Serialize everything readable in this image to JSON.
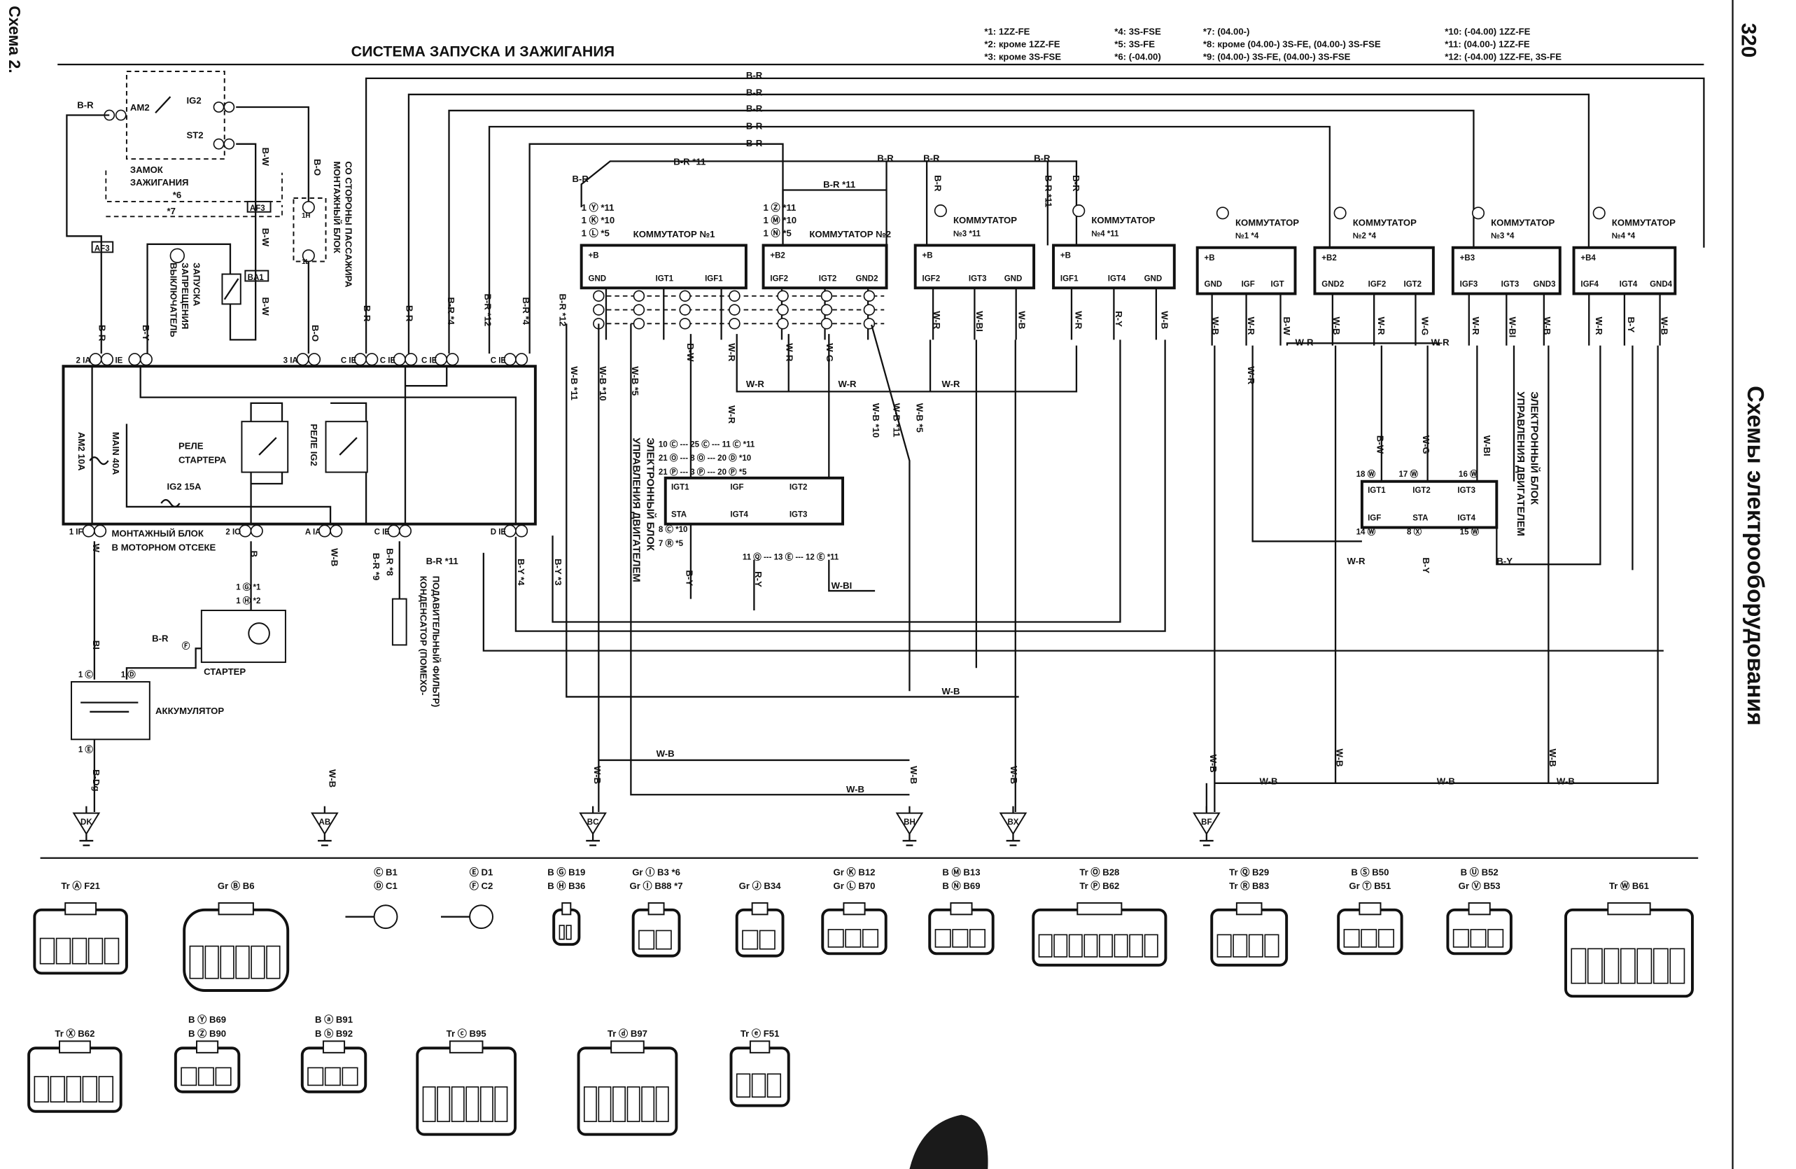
{
  "header": {
    "title": "СИСТЕМА ЗАПУСКА И ЗАЖИГАНИЯ",
    "scheme_label": "Схема 2.",
    "page_number": "320",
    "side_title": "Схемы электрооборудования"
  },
  "notes": [
    "*1: 1ZZ-FE",
    "*2: кроме 1ZZ-FE",
    "*3: кроме 3S-FSE",
    "*4: 3S-FSE",
    "*5: 3S-FE",
    "*6: (-04.00)",
    "*7: (04.00-)",
    "*8: кроме (04.00-) 3S-FE, (04.00-) 3S-FSE",
    "*9: (04.00-) 3S-FE, (04.00-) 3S-FSE",
    "*10: (-04.00) 1ZZ-FE",
    "*11: (04.00-) 1ZZ-FE",
    "*12: (-04.00) 1ZZ-FE, 3S-FE"
  ],
  "components": {
    "ignition_switch": [
      "ЗАМОК",
      "ЗАЖИГАНИЯ"
    ],
    "ignition_switch_notes": [
      "*6",
      "*7"
    ],
    "ignition_switch_pins": [
      "AM2",
      "IG2",
      "ST2"
    ],
    "passenger_block": [
      "МОНТАЖНЫЙ БЛОК",
      "СО СТОРОНЫ ПАССАЖИРА"
    ],
    "inhibitor_switch": [
      "ВЫКЛЮЧАТЕЛЬ",
      "ЗАПРЕЩЕНИЯ",
      "ЗАПУСКА"
    ],
    "engine_block": [
      "МОНТАЖНЫЙ БЛОК",
      "В МОТОРНОМ ОТСЕКЕ"
    ],
    "starter_relay": [
      "РЕЛЕ",
      "СТАРТЕРА"
    ],
    "ig2_relay": "РЕЛЕ IG2",
    "fuses": [
      "AM2 10A",
      "MAIN 40A",
      "IG2 15A"
    ],
    "starter": "СТАРТЕР",
    "battery": "АККУМУЛЯТОР",
    "condenser": [
      "КОНДЕНСАТОР (ПОМЕХО-",
      "ПОДАВИТЕЛЬНЫЙ ФИЛЬТР)"
    ],
    "ecu": [
      "ЭЛЕКТРОННЫЙ БЛОК",
      "УПРАВЛЕНИЯ ДВИГАТЕЛЕМ"
    ],
    "block_connectors_top": [
      "2 IA",
      "IE",
      "3 IA",
      "C IE",
      "C IE",
      "C IE",
      "C IE"
    ],
    "block_connectors_bottom": [
      "1 IF",
      "2 IO",
      "A IA",
      "C IE",
      "D IE"
    ],
    "switch_connectors": [
      "AF3",
      "AF3",
      "BA1",
      "1H",
      "1L"
    ]
  },
  "igniters": [
    {
      "label": "КОММУТАТОР №1",
      "note": "",
      "top": "+B",
      "pins": [
        "GND",
        "IGT1",
        "IGF1"
      ]
    },
    {
      "label": "КОММУТАТОР №2",
      "note": "",
      "top": "+B2",
      "pins": [
        "IGF2",
        "IGT2",
        "GND2"
      ]
    },
    {
      "label": "КОММУТАТОР",
      "note": "№3 *11",
      "top": "+B",
      "pins": [
        "IGF2",
        "IGT3",
        "GND"
      ]
    },
    {
      "label": "КОММУТАТОР",
      "note": "№4 *11",
      "top": "+B",
      "pins": [
        "IGF1",
        "IGT4",
        "GND"
      ]
    },
    {
      "label": "КОММУТАТОР",
      "note": "№1 *4",
      "top": "+B",
      "pins": [
        "GND",
        "IGF",
        "IGT"
      ]
    },
    {
      "label": "КОММУТАТОР",
      "note": "№2 *4",
      "top": "+B2",
      "pins": [
        "GND2",
        "IGF2",
        "IGT2"
      ]
    },
    {
      "label": "КОММУТАТОР",
      "note": "№3 *4",
      "top": "+B3",
      "pins": [
        "IGF3",
        "IGT3",
        "GND3"
      ]
    },
    {
      "label": "КОММУТАТОР",
      "note": "№4 *4",
      "top": "+B4",
      "pins": [
        "IGF4",
        "IGT4",
        "GND4"
      ]
    }
  ],
  "igniter_connector_notes": [
    "1 Ⓨ *11",
    "1 Ⓚ *10",
    "1 Ⓛ *5",
    "1 Ⓩ *11",
    "1 Ⓜ *10",
    "1 Ⓝ *5"
  ],
  "ecu_blocks": [
    {
      "pins_top": [
        "IGT1",
        "IGF",
        "IGT2"
      ],
      "pins_bottom": [
        "STA",
        "IGT4",
        "IGT3"
      ],
      "connectors": [
        "10 Ⓒ --- 25 Ⓒ --- 11 Ⓒ *11",
        "21 Ⓞ --- 8 Ⓞ --- 20 Ⓓ *10",
        "21 Ⓟ --- 3 Ⓟ --- 20 Ⓟ *5",
        "8 Ⓒ *10",
        "7 Ⓡ *5",
        "11 Ⓠ --- 13 Ⓔ --- 12 Ⓔ *11"
      ]
    },
    {
      "pins_top": [
        "IGT1",
        "IGT2",
        "IGT3"
      ],
      "pins_bottom": [
        "IGF",
        "STA",
        "IGT4"
      ],
      "connectors": [
        "18 Ⓦ",
        "17 Ⓦ",
        "16 Ⓦ",
        "14 Ⓦ",
        "8 Ⓧ",
        "15 Ⓦ"
      ]
    }
  ],
  "wire_labels": [
    "B-R",
    "B-R",
    "B-R",
    "B-R",
    "B-R",
    "B-R",
    "B-R *11",
    "B-R *11",
    "B-R",
    "B-R",
    "B-R",
    "B-R",
    "B-W",
    "B-W",
    "B-W",
    "B-O",
    "B-O",
    "B-R",
    "B-Y",
    "B-R",
    "B-R",
    "B-R *4",
    "B-R *12",
    "B-R *4",
    "B-R *12",
    "B-R *11",
    "B-R",
    "B-R",
    "W-B *11",
    "W-B *10",
    "W-B *5",
    "B-W",
    "W-R",
    "W-R",
    "W-G",
    "W-R",
    "W-R",
    "W-R",
    "W-R",
    "W-B *10",
    "W-B *11",
    "W-B *5",
    "W-R",
    "W-BI",
    "W-B",
    "W-R",
    "R-Y",
    "W-B",
    "W-B",
    "W-R",
    "B-W",
    "W-B",
    "W-R",
    "W-G",
    "W-R",
    "W-BI",
    "W-B",
    "W-R",
    "B-Y",
    "W-B",
    "W-R",
    "W-R",
    "W-R",
    "B-W",
    "W-G",
    "W-BI",
    "W-R",
    "B-Y",
    "B-Y",
    "W",
    "B",
    "W-B",
    "B-R *8",
    "B-R *9",
    "B-R *11",
    "B-Y *4",
    "B-Y *3",
    "BI",
    "B-R",
    "B-Dg",
    "W-B",
    "B-Y",
    "R-Y",
    "W-BI",
    "W-B",
    "W-B",
    "W-B",
    "W-B",
    "W-B",
    "W-B",
    "W-B",
    "W-B",
    "W-B",
    "W-B",
    "W-B",
    "W-B"
  ],
  "grounds": [
    "DK",
    "AB",
    "BC",
    "BH",
    "BX",
    "BF"
  ],
  "starter_connectors": [
    "1 Ⓖ *1",
    "1 Ⓗ *2",
    "Ⓕ"
  ],
  "battery_connectors": [
    "1 Ⓒ",
    "1 Ⓓ",
    "1 Ⓔ"
  ],
  "connectors": [
    [
      "Tr Ⓐ F21"
    ],
    [
      "Gr Ⓑ B6"
    ],
    [
      "Ⓒ B1",
      "Ⓓ C1"
    ],
    [
      "Ⓔ D1",
      "Ⓕ C2"
    ],
    [
      "B Ⓖ B19",
      "B Ⓗ B36"
    ],
    [
      "Gr Ⓘ B3 *6",
      "Gr Ⓘ B88 *7"
    ],
    [
      "Gr Ⓙ B34"
    ],
    [
      "Gr Ⓚ B12",
      "Gr Ⓛ B70"
    ],
    [
      "B Ⓜ B13",
      "B Ⓝ B69"
    ],
    [
      "Tr Ⓞ B28",
      "Tr Ⓟ B62"
    ],
    [
      "Tr Ⓠ B29",
      "Tr Ⓡ B83"
    ],
    [
      "B Ⓢ B50",
      "Gr Ⓣ B51"
    ],
    [
      "B Ⓤ B52",
      "Gr Ⓥ B53"
    ],
    [
      "Tr Ⓦ B61"
    ],
    [
      "Tr Ⓧ B62"
    ],
    [
      "B Ⓨ B69",
      "B Ⓩ B90"
    ],
    [
      "B ⓐ B91",
      "B ⓑ B92"
    ],
    [
      "Tr ⓒ B95"
    ],
    [
      "Tr ⓓ B97"
    ],
    [
      "Tr ⓔ F51"
    ]
  ]
}
